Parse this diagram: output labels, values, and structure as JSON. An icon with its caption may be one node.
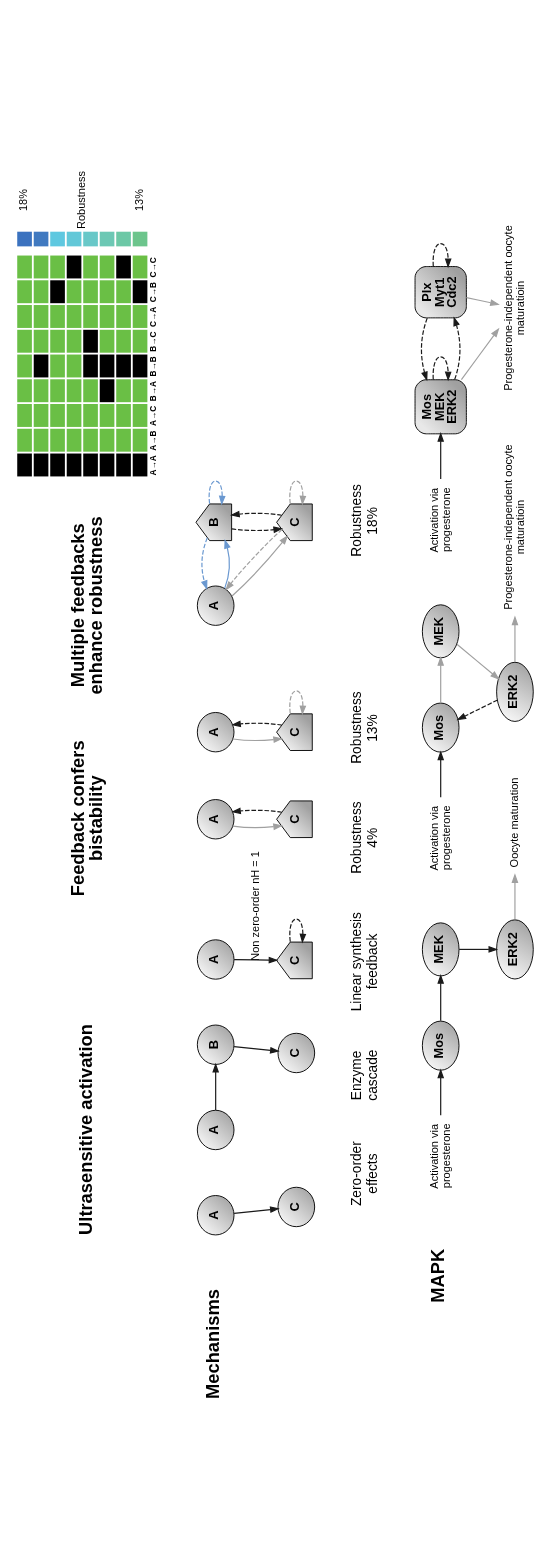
{
  "diagram": {
    "nodes": [
      {
        "text": [
          "A"
        ]
      },
      {
        "text": [
          "C"
        ]
      },
      {
        "text": [
          "A"
        ]
      },
      {
        "text": [
          "B"
        ]
      },
      {
        "text": [
          "C"
        ]
      },
      {
        "text": [
          "A"
        ]
      },
      {
        "text": [
          "C"
        ]
      },
      {
        "text": [
          "A"
        ]
      },
      {
        "text": [
          "C"
        ]
      },
      {
        "text": [
          "A"
        ]
      },
      {
        "text": [
          "C"
        ]
      },
      {
        "text": [
          "A"
        ]
      },
      {
        "text": [
          "B"
        ]
      },
      {
        "text": [
          "C"
        ]
      },
      {
        "text": [
          "Activation via progesterone"
        ]
      },
      {
        "text": [
          "Mos"
        ]
      },
      {
        "text": [
          "MEK"
        ]
      },
      {
        "text": [
          "ERK2"
        ]
      },
      {
        "text": [
          "Oocyte maturation"
        ]
      },
      {
        "text": [
          "Activation via progesterone"
        ]
      },
      {
        "text": [
          "Mos"
        ]
      },
      {
        "text": [
          "MEK"
        ]
      },
      {
        "text": [
          "ERK2"
        ]
      },
      {
        "text": [
          "Progesterone-independent oocyte maturatioin"
        ]
      },
      {
        "text": [
          "Activation via progesterone"
        ]
      },
      {
        "text": [
          "Mos MEK ERK2"
        ]
      },
      {
        "text": [
          "Plx Myt1 Cdc2"
        ]
      },
      {
        "text": [
          "Progesterone-independent oocyte maturatioin"
        ]
      }
    ],
    "edges": [
      {
        "from": 0,
        "to": 1,
        "arrow": "to"
      },
      {
        "from": 2,
        "to": 3,
        "arrow": "to"
      },
      {
        "from": 3,
        "to": 4,
        "arrow": "to"
      },
      {
        "from": 5,
        "to": 6,
        "arrow": "to",
        "label": "Non zero-order nH = 1"
      },
      {
        "from": 6,
        "to": 6,
        "arrow": "to",
        "style": "dashed"
      },
      {
        "from": 7,
        "to": 8,
        "arrow": "to",
        "color": "#a0a0a0"
      },
      {
        "from": 8,
        "to": 7,
        "arrow": "to",
        "style": "dashed"
      },
      {
        "from": 9,
        "to": 10,
        "arrow": "to",
        "color": "#a0a0a0"
      },
      {
        "from": 10,
        "to": 9,
        "arrow": "to",
        "style": "dashed"
      },
      {
        "from": 10,
        "to": 10,
        "arrow": "to",
        "style": "dashed",
        "color": "#a0a0a0"
      },
      {
        "from": 11,
        "to": 12,
        "arrow": "to",
        "color": "#6a98d0"
      },
      {
        "from": 12,
        "to": 11,
        "arrow": "to",
        "style": "dashed",
        "color": "#6a98d0"
      },
      {
        "from": 12,
        "to": 12,
        "arrow": "to",
        "style": "dashed",
        "color": "#6a98d0"
      },
      {
        "from": 12,
        "to": 13,
        "arrow": "to",
        "style": "dashed"
      },
      {
        "from": 13,
        "to": 12,
        "arrow": "to",
        "style": "dashed"
      },
      {
        "from": 11,
        "to": 13,
        "arrow": "to",
        "color": "#a0a0a0"
      },
      {
        "from": 13,
        "to": 11,
        "arrow": "to",
        "style": "dashed",
        "color": "#a0a0a0"
      },
      {
        "from": 13,
        "to": 13,
        "arrow": "to",
        "style": "dashed",
        "color": "#a0a0a0"
      },
      {
        "from": 14,
        "to": 15,
        "arrow": "to"
      },
      {
        "from": 15,
        "to": 16,
        "arrow": "to"
      },
      {
        "from": 16,
        "to": 17,
        "arrow": "to"
      },
      {
        "from": 17,
        "to": 18,
        "arrow": "to",
        "color": "#a0a0a0"
      },
      {
        "from": 19,
        "to": 20,
        "arrow": "to"
      },
      {
        "from": 20,
        "to": 21,
        "arrow": "to",
        "color": "#a0a0a0"
      },
      {
        "from": 21,
        "to": 22,
        "arrow": "to",
        "color": "#a0a0a0"
      },
      {
        "from": 22,
        "to": 20,
        "arrow": "to",
        "style": "dashed"
      },
      {
        "from": 22,
        "to": 23,
        "arrow": "to",
        "color": "#a0a0a0"
      },
      {
        "from": 24,
        "to": 25,
        "arrow": "to"
      },
      {
        "from": 25,
        "to": 26,
        "arrow": "to",
        "style": "dashed"
      },
      {
        "from": 26,
        "to": 25,
        "arrow": "to",
        "style": "dashed"
      },
      {
        "from": 25,
        "to": 25,
        "arrow": "to",
        "style": "dashed"
      },
      {
        "from": 26,
        "to": 26,
        "arrow": "to",
        "style": "dashed"
      },
      {
        "from": 25,
        "to": 27,
        "arrow": "to",
        "color": "#a0a0a0"
      },
      {
        "from": 26,
        "to": 27,
        "arrow": "to",
        "color": "#a0a0a0"
      }
    ],
    "labels": [
      "Ultrasensitive activation",
      "Feedback confers bistability",
      "Multiple feedbacks enhance robustness",
      "Robustness",
      "18%",
      "13%",
      "A→A",
      "A→B",
      "A→C",
      "B→A",
      "B→B",
      "B→C",
      "C→A",
      "C→B",
      "C→C",
      "Mechanisms",
      "Zero-order effects",
      "Enzyme cascade",
      "Linear synthesis feedback",
      "Robustness 4%",
      "Robustness 13%",
      "Robustness 18%",
      "MAPK"
    ]
  }
}
